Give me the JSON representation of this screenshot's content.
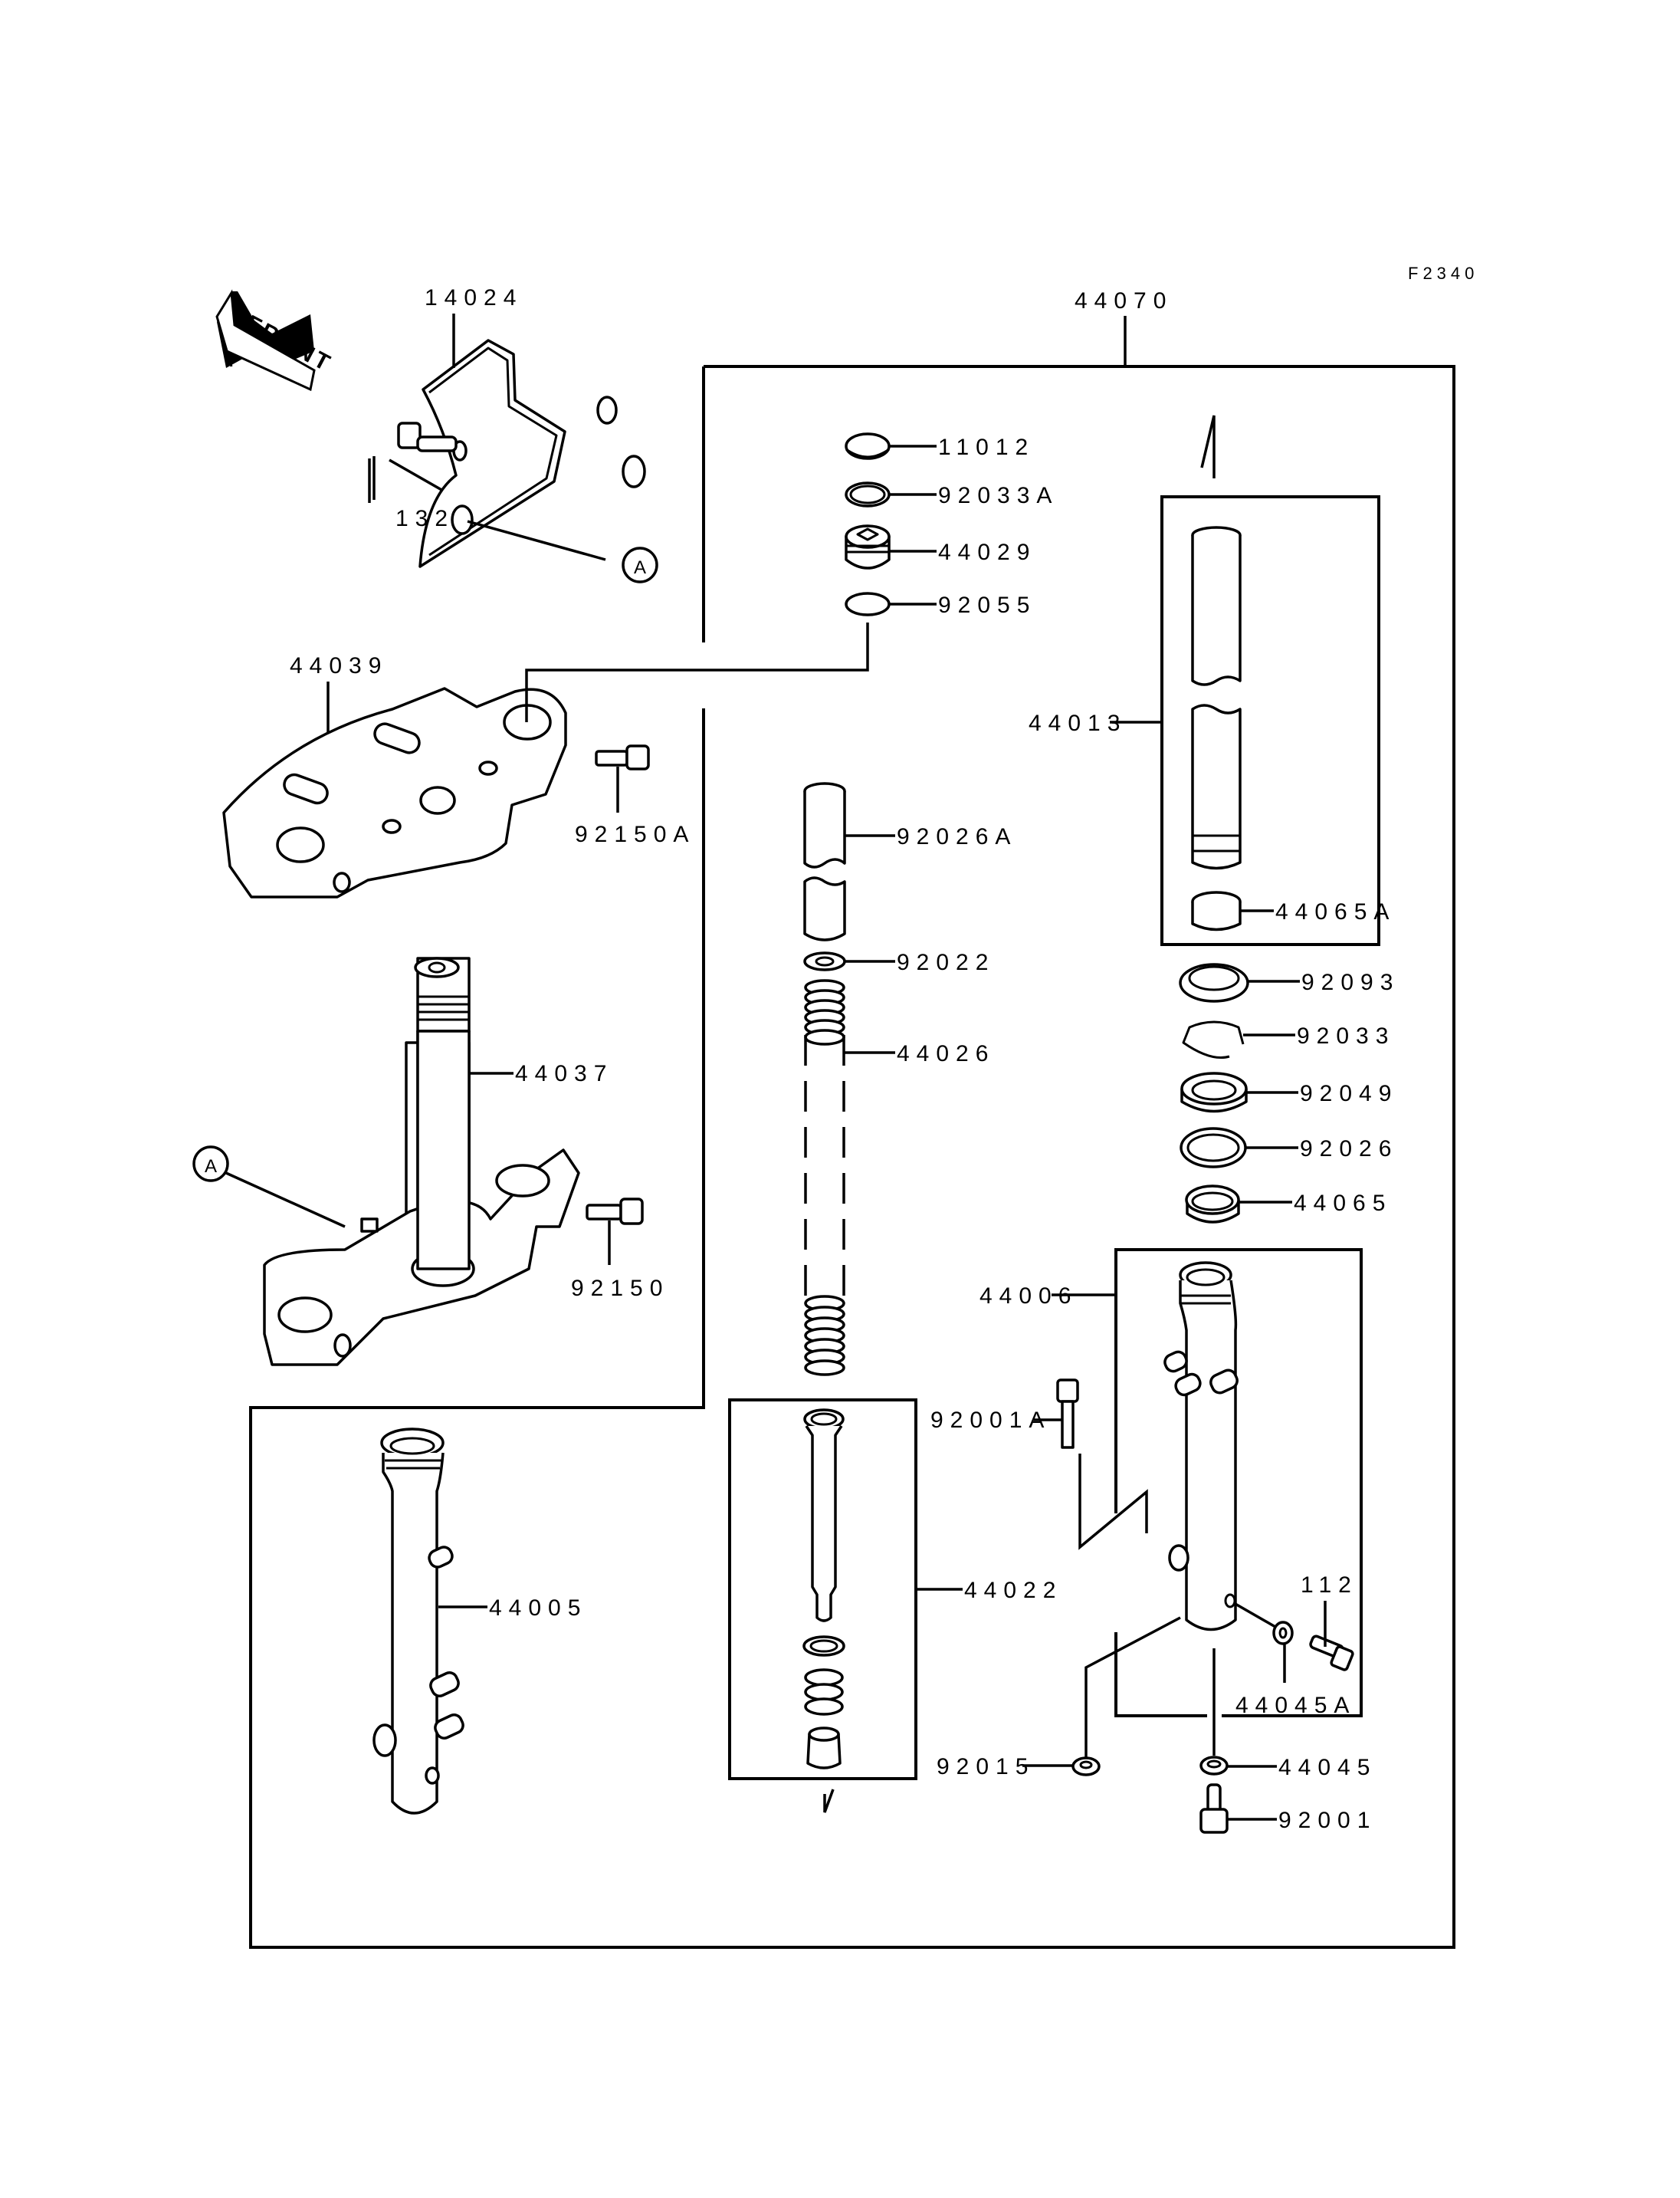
{
  "figure_code": "F2340",
  "direction_label": "FRONT",
  "assembly_label": "44070",
  "reference_marker": "A",
  "parts": {
    "p14024": "14024",
    "p132": "132",
    "p44039": "44039",
    "p92150A": "92150A",
    "p44037": "44037",
    "p92150": "92150",
    "p44005": "44005",
    "p11012": "11012",
    "p92033A": "92033A",
    "p44029": "44029",
    "p92055": "92055",
    "p92026A": "92026A",
    "p92022": "92022",
    "p44026": "44026",
    "p44022": "44022",
    "p92015": "92015",
    "p92001A": "92001A",
    "p44013": "44013",
    "p44065A": "44065A",
    "p92093": "92093",
    "p92033": "92033",
    "p92049": "92049",
    "p92026": "92026",
    "p44065": "44065",
    "p44006": "44006",
    "p112": "112",
    "p44045A": "44045A",
    "p44045": "44045",
    "p92001": "92001"
  }
}
